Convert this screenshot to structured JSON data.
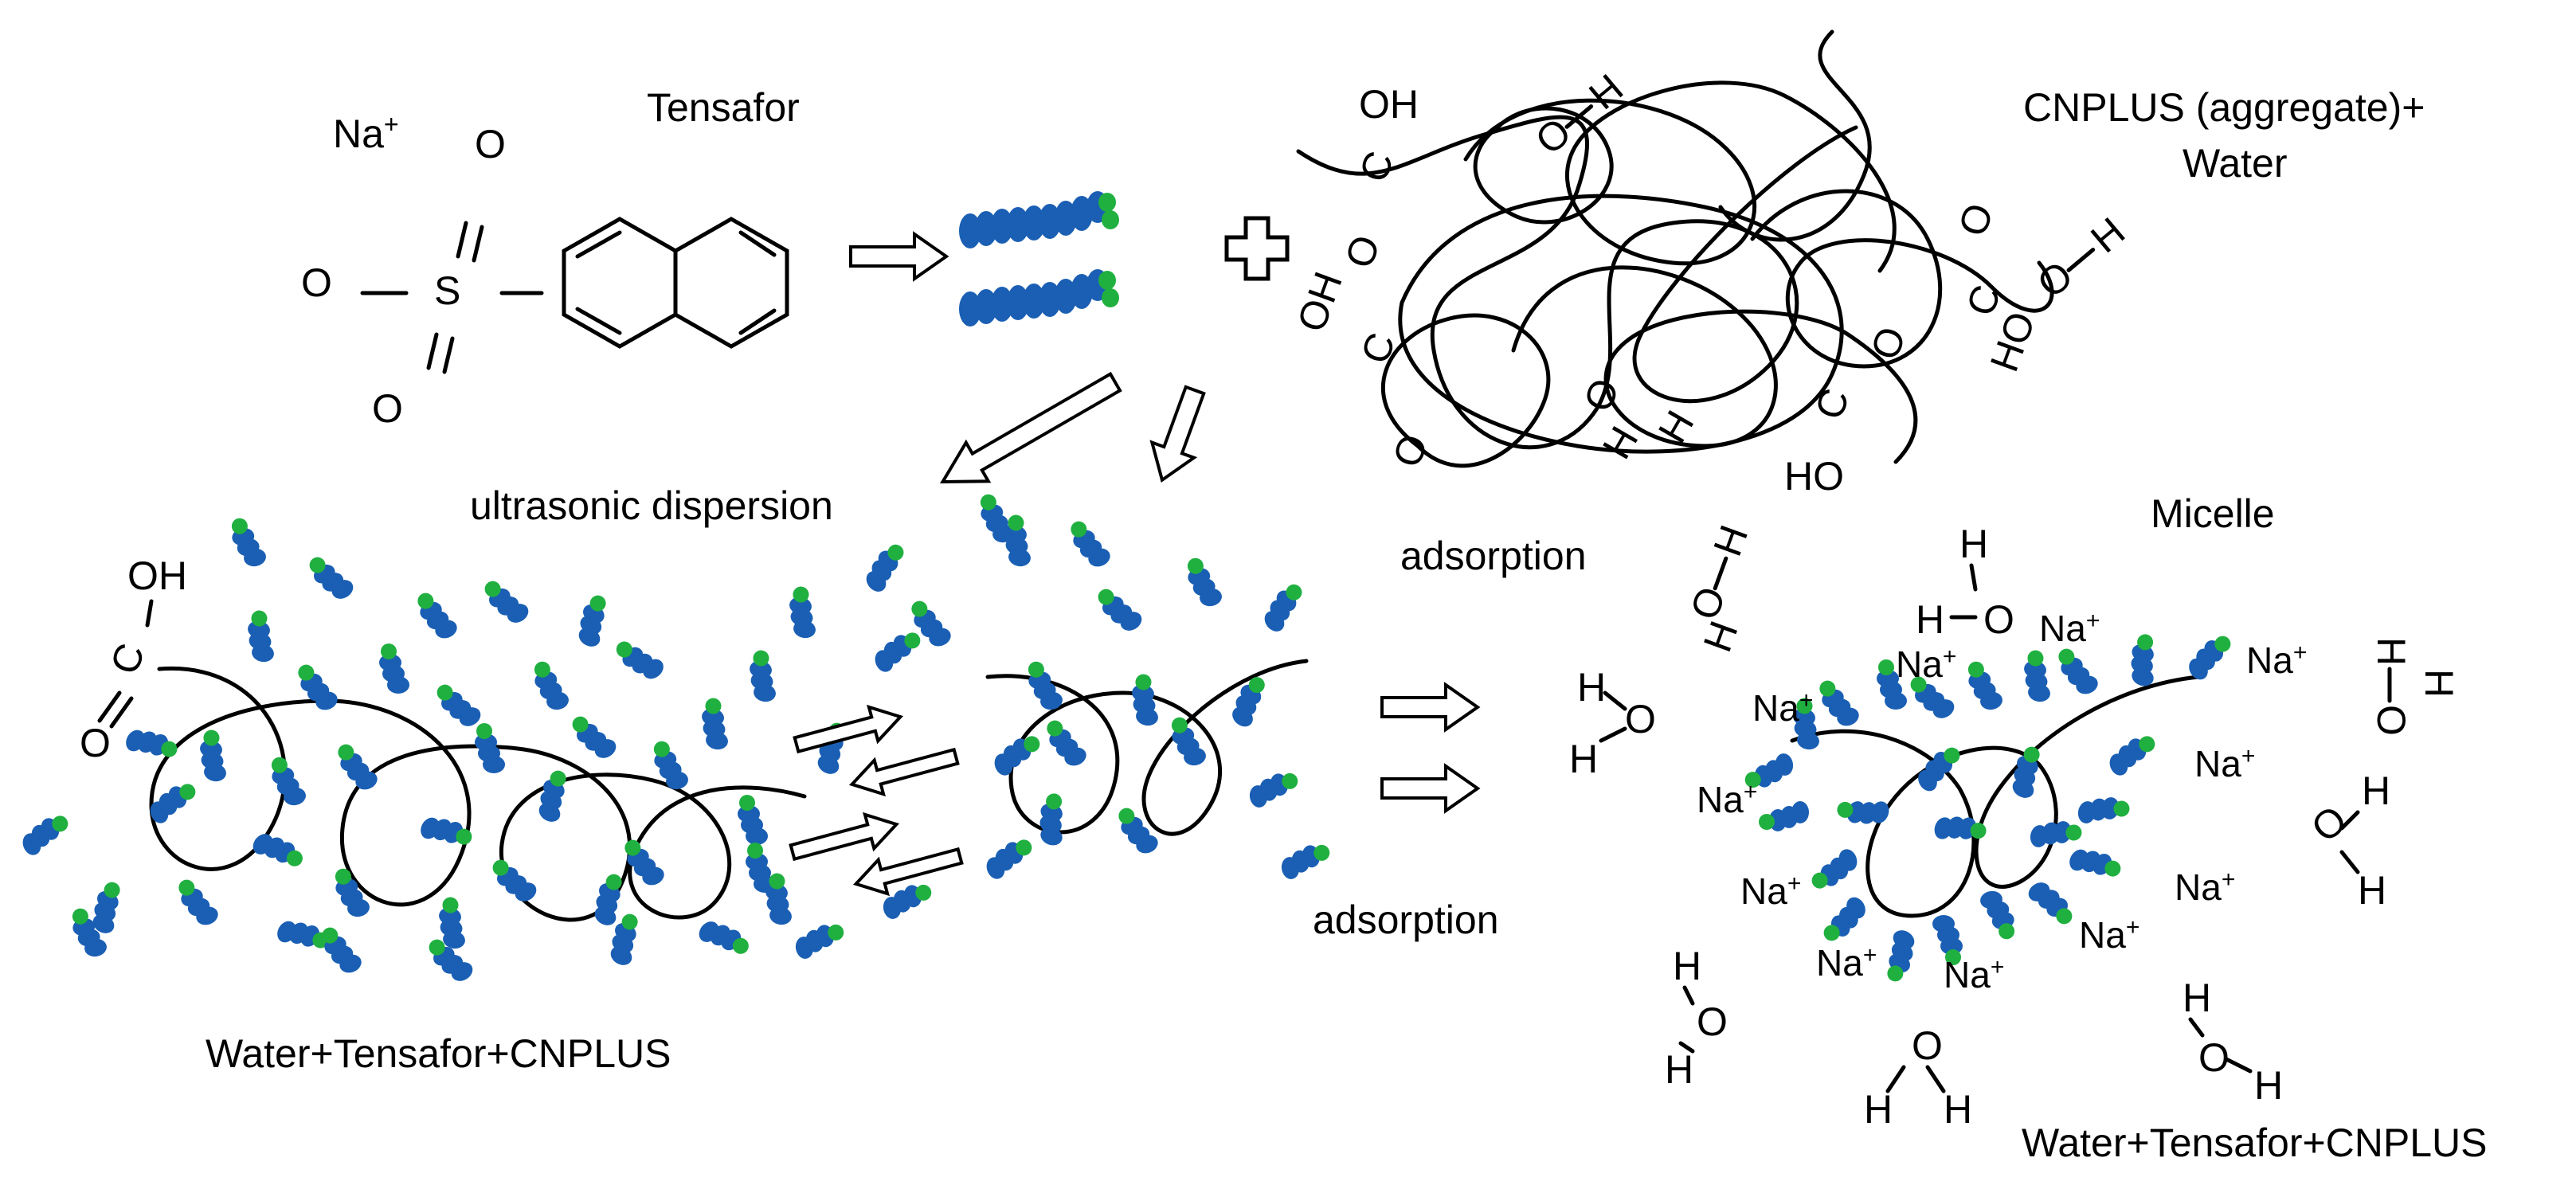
{
  "labels": {
    "tensafor": "Tensafor",
    "cnplus_water": [
      "CNPLUS (aggregate)+",
      "Water"
    ],
    "ultrasonic": "ultrasonic dispersion",
    "adsorption_top": "adsorption",
    "adsorption_bottom": "adsorption",
    "micelle": "Micelle",
    "mixture_left": "Water+Tensafor+CNPLUS",
    "mixture_right": "Water+Tensafor+CNPLUS"
  },
  "chemistry": {
    "sodium_ion": "Na",
    "plus": "+",
    "oxygen": "O",
    "sulfur": "S",
    "carbon": "C",
    "hydrogen": "H",
    "hydroxyl": "OH",
    "hydroxyl_rev": "HO"
  },
  "colors": {
    "surfactant_tail": "#1a5fb4",
    "surfactant_head": "#20b040",
    "line": "#000000",
    "background": "#ffffff"
  },
  "icons": [
    "process-arrow-icon",
    "plus-icon",
    "equilibrium-arrow-icon",
    "surfactant-molecule-icon"
  ]
}
